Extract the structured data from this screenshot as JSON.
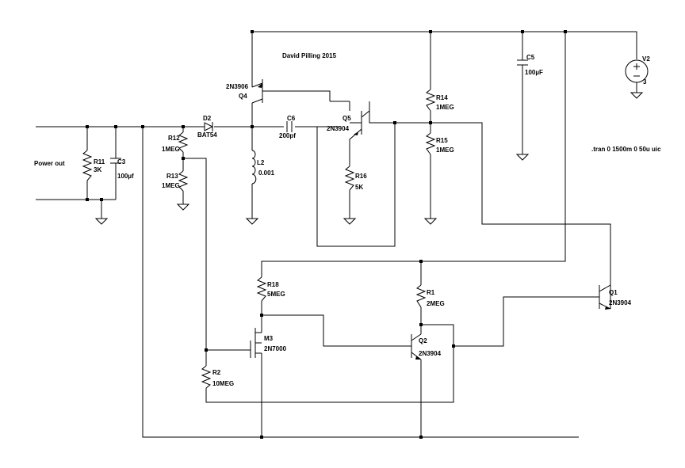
{
  "title": "David Pilling 2015",
  "directive": ".tran 0 1500m 0 50u uic",
  "terminal": "Power out",
  "components": {
    "R11": {
      "ref": "R11",
      "value": "3K"
    },
    "C3": {
      "ref": "C3",
      "value": "100µf"
    },
    "D2": {
      "ref": "D2",
      "value": "BAT54"
    },
    "R12": {
      "ref": "R12",
      "value": "1MEG"
    },
    "R13": {
      "ref": "R13",
      "value": "1MEG"
    },
    "L2": {
      "ref": "L2",
      "value": "0.001"
    },
    "Q4": {
      "ref": "Q4",
      "value": "2N3906"
    },
    "C6": {
      "ref": "C6",
      "value": "200pf"
    },
    "Q5": {
      "ref": "Q5",
      "value": "2N3904"
    },
    "R16": {
      "ref": "R16",
      "value": "5K"
    },
    "R14": {
      "ref": "R14",
      "value": "1MEG"
    },
    "R15": {
      "ref": "R15",
      "value": "1MEG"
    },
    "C5": {
      "ref": "C5",
      "value": "100µF"
    },
    "V2": {
      "ref": "V2",
      "value": "3"
    },
    "R18": {
      "ref": "R18",
      "value": "5MEG"
    },
    "M3": {
      "ref": "M3",
      "value": "2N7000"
    },
    "R2": {
      "ref": "R2",
      "value": "10MEG"
    },
    "R1": {
      "ref": "R1",
      "value": "2MEG"
    },
    "Q2": {
      "ref": "Q2",
      "value": "2N3904"
    },
    "Q1": {
      "ref": "Q1",
      "value": "2N3904"
    }
  }
}
